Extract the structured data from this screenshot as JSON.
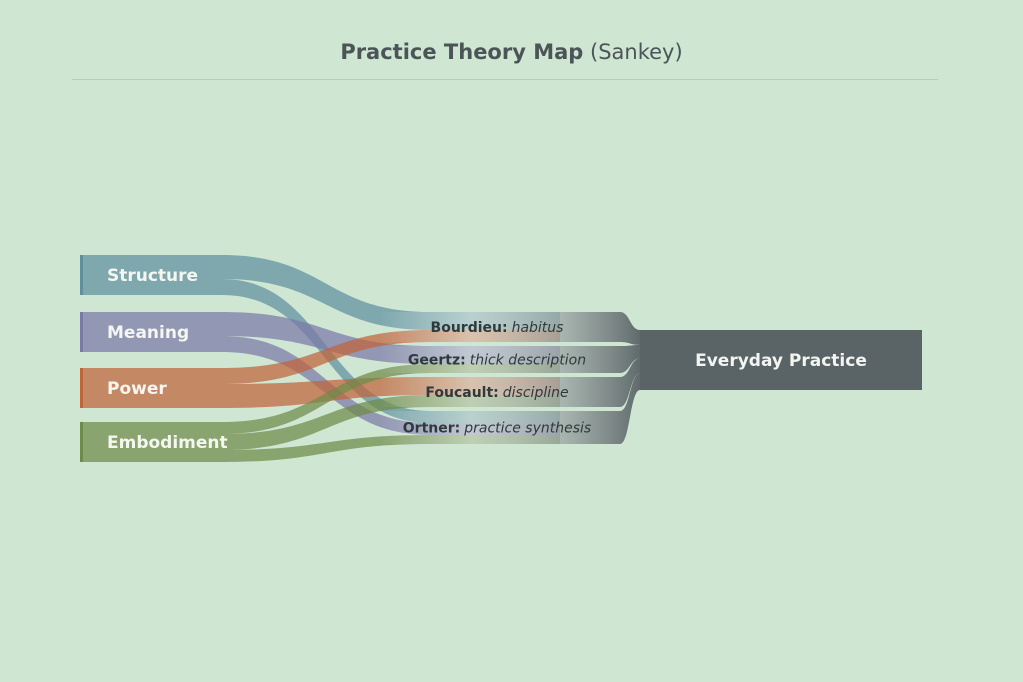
{
  "title": {
    "main": "Practice Theory Map",
    "sub": "(Sankey)"
  },
  "chart_data": {
    "type": "sankey",
    "title": "Practice Theory Map (Sankey)",
    "sources": [
      {
        "id": "structure",
        "label": "Structure",
        "color": "#5f909f"
      },
      {
        "id": "meaning",
        "label": "Meaning",
        "color": "#7a79a8"
      },
      {
        "id": "power",
        "label": "Power",
        "color": "#c1643a"
      },
      {
        "id": "embodiment",
        "label": "Embodiment",
        "color": "#6f8b49"
      }
    ],
    "middle": [
      {
        "id": "bourdieu",
        "who": "Bourdieu:",
        "what": "habitus"
      },
      {
        "id": "geertz",
        "who": "Geertz:",
        "what": "thick description"
      },
      {
        "id": "foucault",
        "who": "Foucault:",
        "what": "discipline"
      },
      {
        "id": "ortner",
        "who": "Ortner:",
        "what": "practice synthesis"
      }
    ],
    "target": {
      "id": "everyday",
      "label": "Everyday Practice",
      "color": "#5a6467"
    },
    "links": [
      {
        "source": "structure",
        "target": "bourdieu",
        "value": 6
      },
      {
        "source": "structure",
        "target": "ortner",
        "value": 4
      },
      {
        "source": "meaning",
        "target": "geertz",
        "value": 6
      },
      {
        "source": "meaning",
        "target": "ortner",
        "value": 4
      },
      {
        "source": "power",
        "target": "bourdieu",
        "value": 4
      },
      {
        "source": "power",
        "target": "foucault",
        "value": 6
      },
      {
        "source": "embodiment",
        "target": "geertz",
        "value": 3
      },
      {
        "source": "embodiment",
        "target": "foucault",
        "value": 4
      },
      {
        "source": "embodiment",
        "target": "ortner",
        "value": 3
      }
    ]
  }
}
